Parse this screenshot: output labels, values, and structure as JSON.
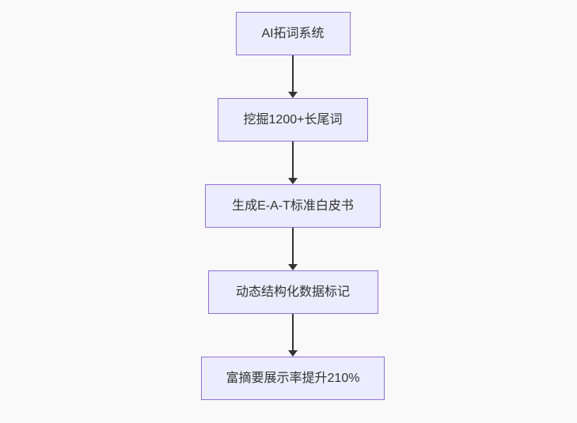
{
  "colors": {
    "page_bg": "#f9f9f9",
    "node_fill": "#ECECFF",
    "node_border": "#9370DB",
    "node_text": "#333333",
    "arrow": "#333333"
  },
  "flowchart": {
    "type": "vertical-flow",
    "nodes": [
      {
        "label": "AI拓词系统"
      },
      {
        "label": "挖掘1200+长尾词"
      },
      {
        "label": "生成E-A-T标准白皮书"
      },
      {
        "label": "动态结构化数据标记"
      },
      {
        "label": "富摘要展示率提升210%"
      }
    ]
  }
}
